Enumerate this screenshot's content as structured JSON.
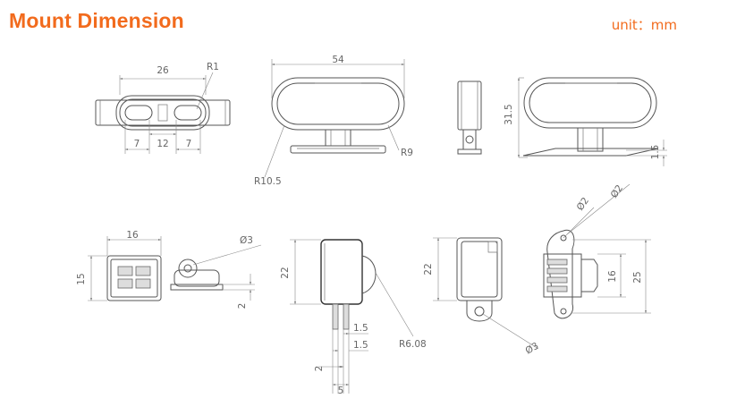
{
  "header": {
    "title": "Mount Dimension",
    "unit": "unit：mm"
  },
  "dimensions": {
    "top_width": "26",
    "top_radius": "R1",
    "slot_left": "7",
    "slot_gap": "12",
    "slot_right": "7",
    "front_width": "54",
    "front_r_outer": "R10.5",
    "front_r_inner": "R9",
    "side_height": "31.5",
    "base_thickness": "1.5",
    "small_width": "16",
    "small_height": "15",
    "hole_d3_a": "Ø3",
    "thickness_2": "2",
    "clip_height": "22",
    "pin_w1": "1.5",
    "pin_w2": "1.5",
    "pin_gap": "2",
    "pin_total": "5",
    "clip_radius": "R6.08",
    "back_height": "22",
    "back_hole": "Ø3",
    "slant_d2_a": "Ø2",
    "slant_d2_b": "Ø2",
    "slant_16": "16",
    "slant_25": "25"
  }
}
